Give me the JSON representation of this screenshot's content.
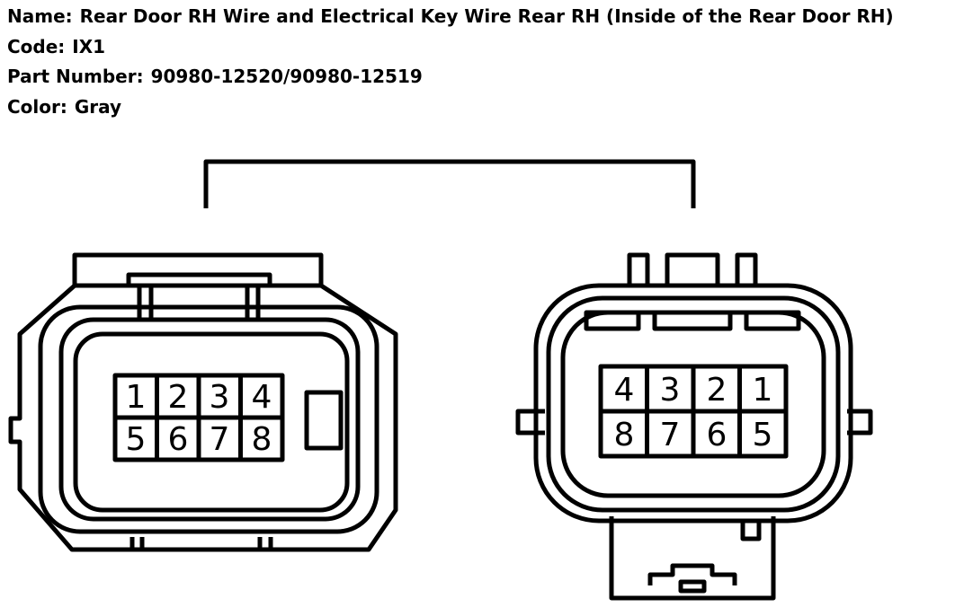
{
  "info": {
    "name_label": "Name:",
    "name_value": "Rear Door RH Wire and Electrical Key Wire Rear RH (Inside of the Rear Door RH)",
    "code_label": "Code:",
    "code_value": "IX1",
    "part_label": "Part Number:",
    "part_value": "90980-12520/90980-12519",
    "color_label": "Color:",
    "color_value": "Gray"
  },
  "left_connector": {
    "row1": [
      "1",
      "2",
      "3",
      "4"
    ],
    "row2": [
      "5",
      "6",
      "7",
      "8"
    ]
  },
  "right_connector": {
    "row1": [
      "4",
      "3",
      "2",
      "1"
    ],
    "row2": [
      "8",
      "7",
      "6",
      "5"
    ]
  }
}
